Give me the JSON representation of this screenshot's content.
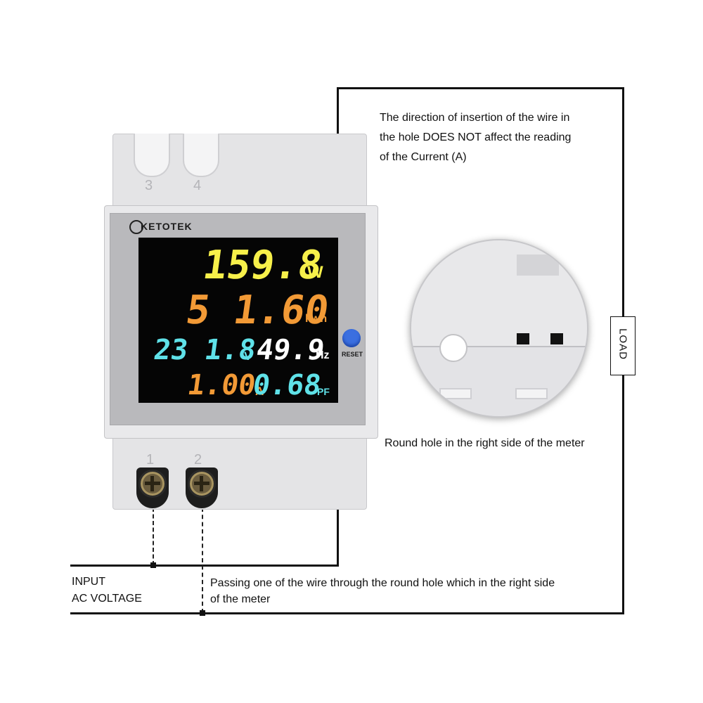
{
  "device": {
    "brand": "KETOTEK",
    "terminal_top_left": "3",
    "terminal_top_right": "4",
    "terminal_bottom_left": "1",
    "terminal_bottom_right": "2",
    "reset_label": "RESET"
  },
  "display": {
    "power_value": "159.8",
    "power_unit": "W",
    "energy_value": "5 1.60",
    "energy_unit": "kwh",
    "voltage_value": "23 1.8",
    "voltage_unit": "V",
    "frequency_value": "49.9",
    "frequency_unit": "Hz",
    "current_value": "1.00",
    "current_unit": "A",
    "pf_value": "0.68",
    "pf_unit": "PF"
  },
  "colors": {
    "power": "#f7f04a",
    "energy": "#f29a36",
    "voltage": "#5fe1e8",
    "frequency": "#ffffff",
    "current": "#f29a36",
    "pf": "#5fe1e8",
    "reset_button": "#3b6fe0"
  },
  "annotations": {
    "direction_line1": "The direction of insertion of the wire in",
    "direction_line2": "the hole DOES NOT affect the reading",
    "direction_line3": "of the Current (A)",
    "round_hole": "Round hole in the right side of the meter",
    "input_line1": "INPUT",
    "input_line2": "AC VOLTAGE",
    "passing_line1": "Passing one of the wire through the round hole which in the right side",
    "passing_line2": "of the meter",
    "load": "LOAD"
  }
}
